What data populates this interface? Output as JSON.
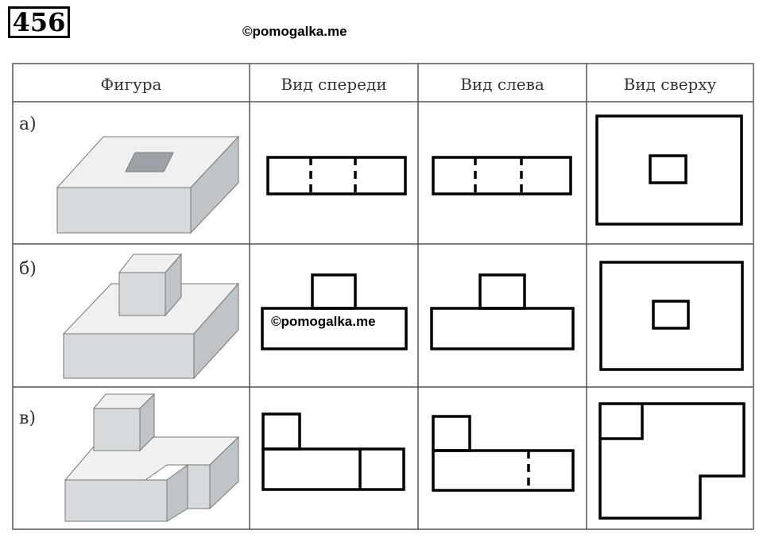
{
  "exercise_number": "456",
  "watermark": "©pomogalka.me",
  "headers": [
    "Фигура",
    "Вид спереди",
    "Вид слева",
    "Вид сверху"
  ],
  "rows": [
    {
      "label": "а)"
    },
    {
      "label": "б)"
    },
    {
      "label": "в)"
    }
  ],
  "colors": {
    "line": "#000000",
    "grid": "#555555",
    "solid_face": "#d6dadd",
    "solid_top": "#eef0f1",
    "solid_side": "#bfc4c8"
  }
}
